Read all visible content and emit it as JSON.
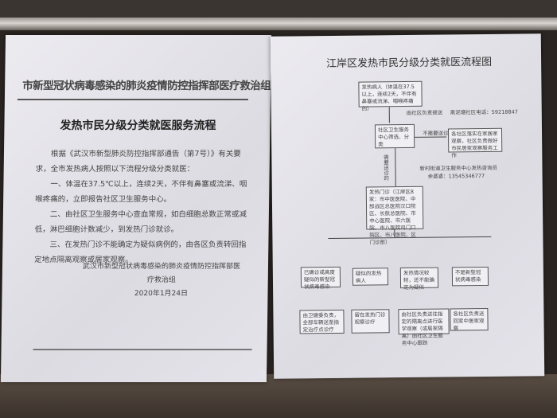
{
  "left_notice": {
    "header": "市新型冠状病毒感染的肺炎疫情防控指挥部医疗救治组",
    "title": "发热市民分级分类就医服务流程",
    "paragraphs": [
      "根据《武汉市新型肺炎防控指挥部通告（第7号）》有关要求，全市发热病人按照以下流程分级分类就医：",
      "一、体温在37.5℃以上，连续2天，不伴有鼻塞或流涕、咽喉疼痛的，立即报告社区卫生服务中心。",
      "二、由社区卫生服务中心查血常规，如白细胞总数正常或减低，淋巴细胞计数减少，到发热门诊就诊。",
      "三、在发热门诊不能确定为疑似病例的，由各区负责转回指定地点隔离观察或居家观察。"
    ],
    "signature": "武汉市新型冠状病毒感染的肺炎疫情防控指挥部医疗救治组",
    "date": "2020年1月24日"
  },
  "right_notice": {
    "title": "江岸区发热市民分级分类就医流程图",
    "start": "发热病人（体温在37.5以上，连续2天，不伴有鼻塞或流涕、咽喉疼痛的）",
    "transport_label": "由社区负责接送",
    "phone_note": "黑泥塘社区电话：59218847",
    "screening": "社区卫生服务中心筛选、分类",
    "no_referral_label": "不需要送诊",
    "home_obs": "各社区落实在家居家观察，社区负责做好市民居家观察服务工作",
    "consult_note": "新村街道卫生服务中心发热咨询员",
    "consult_phone": "余婆婆：13545346777",
    "referral_label": "需要送诊的",
    "fever_clinic": "发热门诊（江岸区8家：市中医医院、中部战区总医院汉口院区、长航总医院、市中心医院、市六医院、市八医院司门口院区、市八医院、区门诊部）",
    "outcomes": [
      {
        "case": "已确诊或高度疑似的新型冠状病毒感染",
        "action": "由卫健委负责，全部车辆送至指定治疗点诊疗"
      },
      {
        "case": "疑似的发热病人",
        "action": "留在发热门诊观察诊疗"
      },
      {
        "case": "发热情况较轻，还不能确定为疑似",
        "action": "由社区负责送往指定的隔离点进行医学观察（或居家隔离）由社区卫生服务中心跟踪"
      },
      {
        "case": "不是新型冠状病毒感染",
        "action": "各社区负责送回家中居家观察"
      }
    ]
  }
}
